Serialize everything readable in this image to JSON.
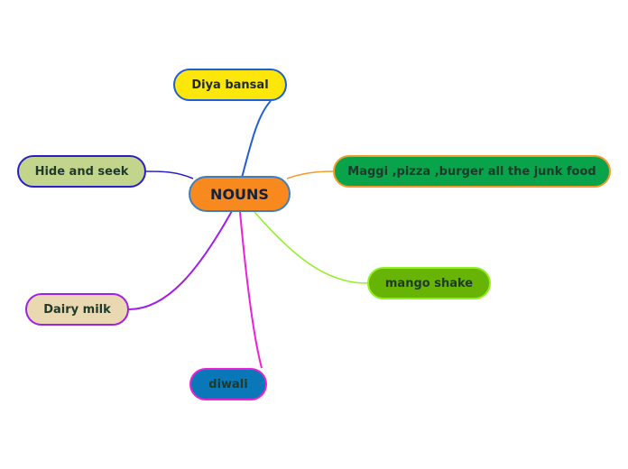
{
  "mindmap": {
    "center": {
      "label": "NOUNS",
      "fill": "#f7891f",
      "border": "#3d7fbf"
    },
    "branches": [
      {
        "id": "diya",
        "label": "Diya bansal",
        "fill": "#fde60a",
        "line_color": "#1f5fd6"
      },
      {
        "id": "hide",
        "label": "Hide and seek",
        "fill": "#c3d58d",
        "line_color": "#2a1fc7"
      },
      {
        "id": "maggi",
        "label": "Maggi ,pizza ,burger all the junk food",
        "fill": "#08a34a",
        "line_color": "#f39a2a"
      },
      {
        "id": "mango",
        "label": "mango shake",
        "fill": "#67b405",
        "line_color": "#8ef11e"
      },
      {
        "id": "dairy",
        "label": "Dairy milk",
        "fill": "#ead8b0",
        "line_color": "#a020e8"
      },
      {
        "id": "diwali",
        "label": "diwali",
        "fill": "#0a77b8",
        "line_color": "#ee1fd6"
      }
    ]
  }
}
